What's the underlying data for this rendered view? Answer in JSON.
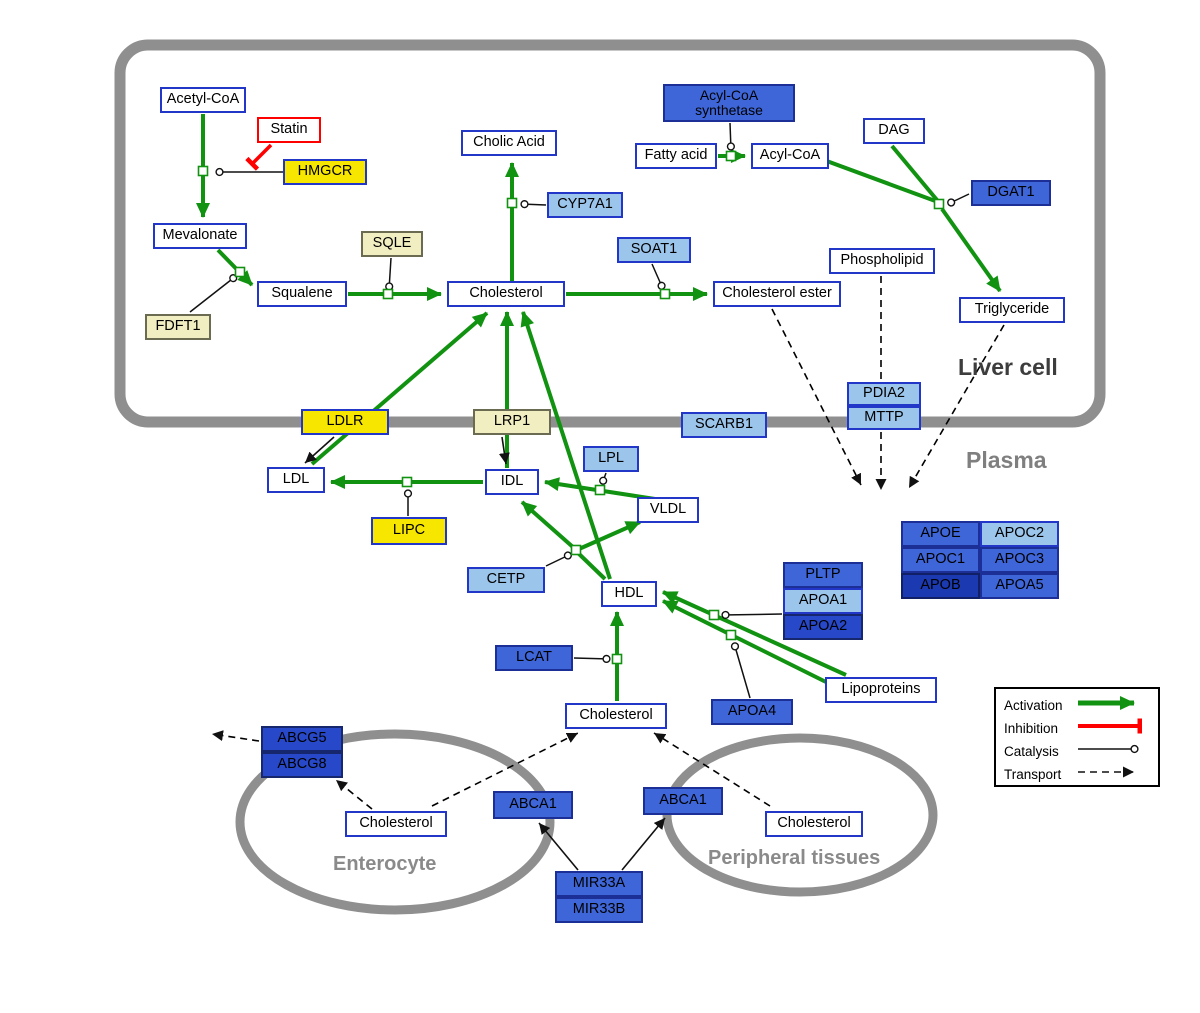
{
  "compartments": {
    "liver": "Liver cell",
    "plasma": "Plasma",
    "enterocyte": "Enterocyte",
    "peripheral": "Peripheral tissues"
  },
  "nodes": {
    "acetyl_coa": "Acetyl-CoA",
    "statin": "Statin",
    "hmgcr": "HMGCR",
    "mevalonate": "Mevalonate",
    "sqle": "SQLE",
    "fdft1": "FDFT1",
    "squalene": "Squalene",
    "cholesterol_liver": "Cholesterol",
    "cholic_acid": "Cholic Acid",
    "cyp7a1": "CYP7A1",
    "soat1": "SOAT1",
    "cholesterol_ester": "Cholesterol ester",
    "acyl_coa_synthetase": "Acyl-CoA synthetase",
    "fatty_acid": "Fatty acid",
    "acyl_coa": "Acyl-CoA",
    "dag": "DAG",
    "dgat1": "DGAT1",
    "phospholipid": "Phospholipid",
    "triglyceride": "Triglyceride",
    "pdia2": "PDIA2",
    "mttp": "MTTP",
    "ldlr": "LDLR",
    "lrp1": "LRP1",
    "scarb1": "SCARB1",
    "ldl": "LDL",
    "idl": "IDL",
    "lpl": "LPL",
    "vldl": "VLDL",
    "lipc": "LIPC",
    "cetp": "CETP",
    "hdl": "HDL",
    "lcat": "LCAT",
    "pltp": "PLTP",
    "apoa1": "APOA1",
    "apoa2": "APOA2",
    "apoa4": "APOA4",
    "lipoproteins": "Lipoproteins",
    "apoe": "APOE",
    "apoc2": "APOC2",
    "apoc1": "APOC1",
    "apoc3": "APOC3",
    "apob": "APOB",
    "apoa5": "APOA5",
    "cholesterol_plasma": "Cholesterol",
    "abcg5": "ABCG5",
    "abcg8": "ABCG8",
    "cholesterol_enterocyte": "Cholesterol",
    "abca1_enterocyte": "ABCA1",
    "abca1_peripheral": "ABCA1",
    "cholesterol_peripheral": "Cholesterol",
    "mir33a": "MIR33A",
    "mir33b": "MIR33B"
  },
  "legend": {
    "activation": "Activation",
    "inhibition": "Inhibition",
    "catalysis": "Catalysis",
    "transport": "Transport"
  },
  "colors": {
    "activation": "#119211",
    "inhibition": "#ff0000",
    "transport": "#000000",
    "membrane": "#8f8f8f",
    "node_yellow": "#f7e600",
    "node_pale_yellow": "#f1eec1",
    "node_blue": "#3e66d8",
    "node_light_blue": "#9cc5ec"
  }
}
